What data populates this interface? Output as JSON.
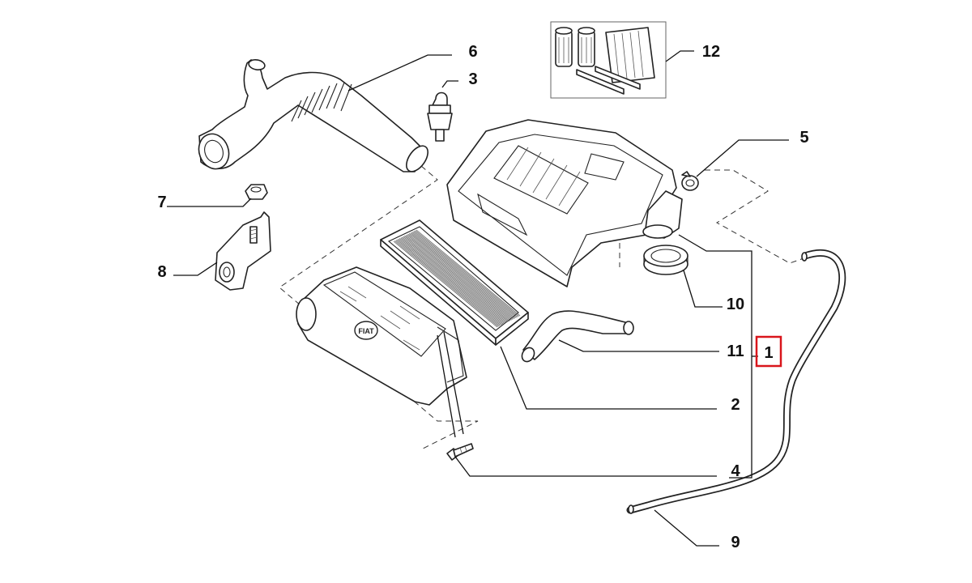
{
  "callouts": [
    {
      "num": "1",
      "highlighted": true
    },
    {
      "num": "2"
    },
    {
      "num": "3"
    },
    {
      "num": "4"
    },
    {
      "num": "5"
    },
    {
      "num": "6"
    },
    {
      "num": "7"
    },
    {
      "num": "8"
    },
    {
      "num": "9"
    },
    {
      "num": "10"
    },
    {
      "num": "11"
    },
    {
      "num": "12"
    }
  ],
  "logo_text": "FIAT",
  "colors": {
    "highlight": "#d9151b",
    "ink": "#222222",
    "background": "#ffffff"
  }
}
